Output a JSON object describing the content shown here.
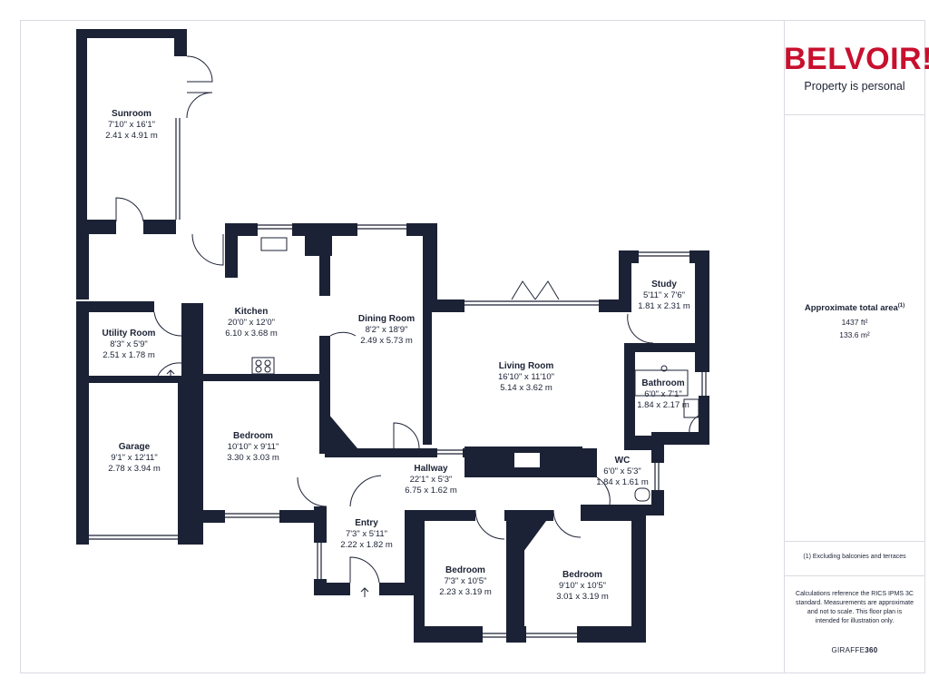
{
  "brand": {
    "logo_text": "BELVOIR!",
    "logo_color": "#c8102e",
    "tagline": "Property is personal"
  },
  "area": {
    "title": "Approximate total area",
    "footnote_ref": "(1)",
    "sqft": "1437 ft²",
    "sqm": "133.6 m²"
  },
  "footnote": "(1) Excluding balconies and terraces",
  "disclaimer": "Calculations reference the RICS IPMS 3C standard. Measurements are approximate and not to scale. This floor plan is intended for illustration only.",
  "maker": {
    "name_light": "GIRAFFE",
    "name_bold": "360"
  },
  "colors": {
    "wall": "#1c2235",
    "text": "#1c2235",
    "border": "#d9dbe1"
  },
  "rooms": [
    {
      "id": "sunroom",
      "name": "Sunroom",
      "imperial": "7'10\" x 16'1\"",
      "metric": "2.41 x 4.91 m"
    },
    {
      "id": "kitchen",
      "name": "Kitchen",
      "imperial": "20'0\" x 12'0\"",
      "metric": "6.10 x 3.68 m"
    },
    {
      "id": "dining-room",
      "name": "Dining Room",
      "imperial": "8'2\" x 18'9\"",
      "metric": "2.49 x 5.73 m"
    },
    {
      "id": "utility-room",
      "name": "Utility Room",
      "imperial": "8'3\" x 5'9\"",
      "metric": "2.51 x 1.78 m"
    },
    {
      "id": "study",
      "name": "Study",
      "imperial": "5'11\" x 7'6\"",
      "metric": "1.81 x 2.31 m"
    },
    {
      "id": "living-room",
      "name": "Living Room",
      "imperial": "16'10\" x 11'10\"",
      "metric": "5.14 x 3.62 m"
    },
    {
      "id": "bathroom",
      "name": "Bathroom",
      "imperial": "6'0\" x 7'1\"",
      "metric": "1.84 x 2.17 m"
    },
    {
      "id": "garage",
      "name": "Garage",
      "imperial": "9'1\" x 12'11\"",
      "metric": "2.78 x 3.94 m"
    },
    {
      "id": "bedroom-1",
      "name": "Bedroom",
      "imperial": "10'10\" x 9'11\"",
      "metric": "3.30 x 3.03 m"
    },
    {
      "id": "hallway",
      "name": "Hallway",
      "imperial": "22'1\" x 5'3\"",
      "metric": "6.75 x 1.62 m"
    },
    {
      "id": "wc",
      "name": "WC",
      "imperial": "6'0\" x 5'3\"",
      "metric": "1.84 x 1.61 m"
    },
    {
      "id": "entry",
      "name": "Entry",
      "imperial": "7'3\" x 5'11\"",
      "metric": "2.22 x 1.82 m"
    },
    {
      "id": "bedroom-2",
      "name": "Bedroom",
      "imperial": "7'3\" x 10'5\"",
      "metric": "2.23 x 3.19 m"
    },
    {
      "id": "bedroom-3",
      "name": "Bedroom",
      "imperial": "9'10\" x 10'5\"",
      "metric": "3.01 x 3.19 m"
    }
  ]
}
